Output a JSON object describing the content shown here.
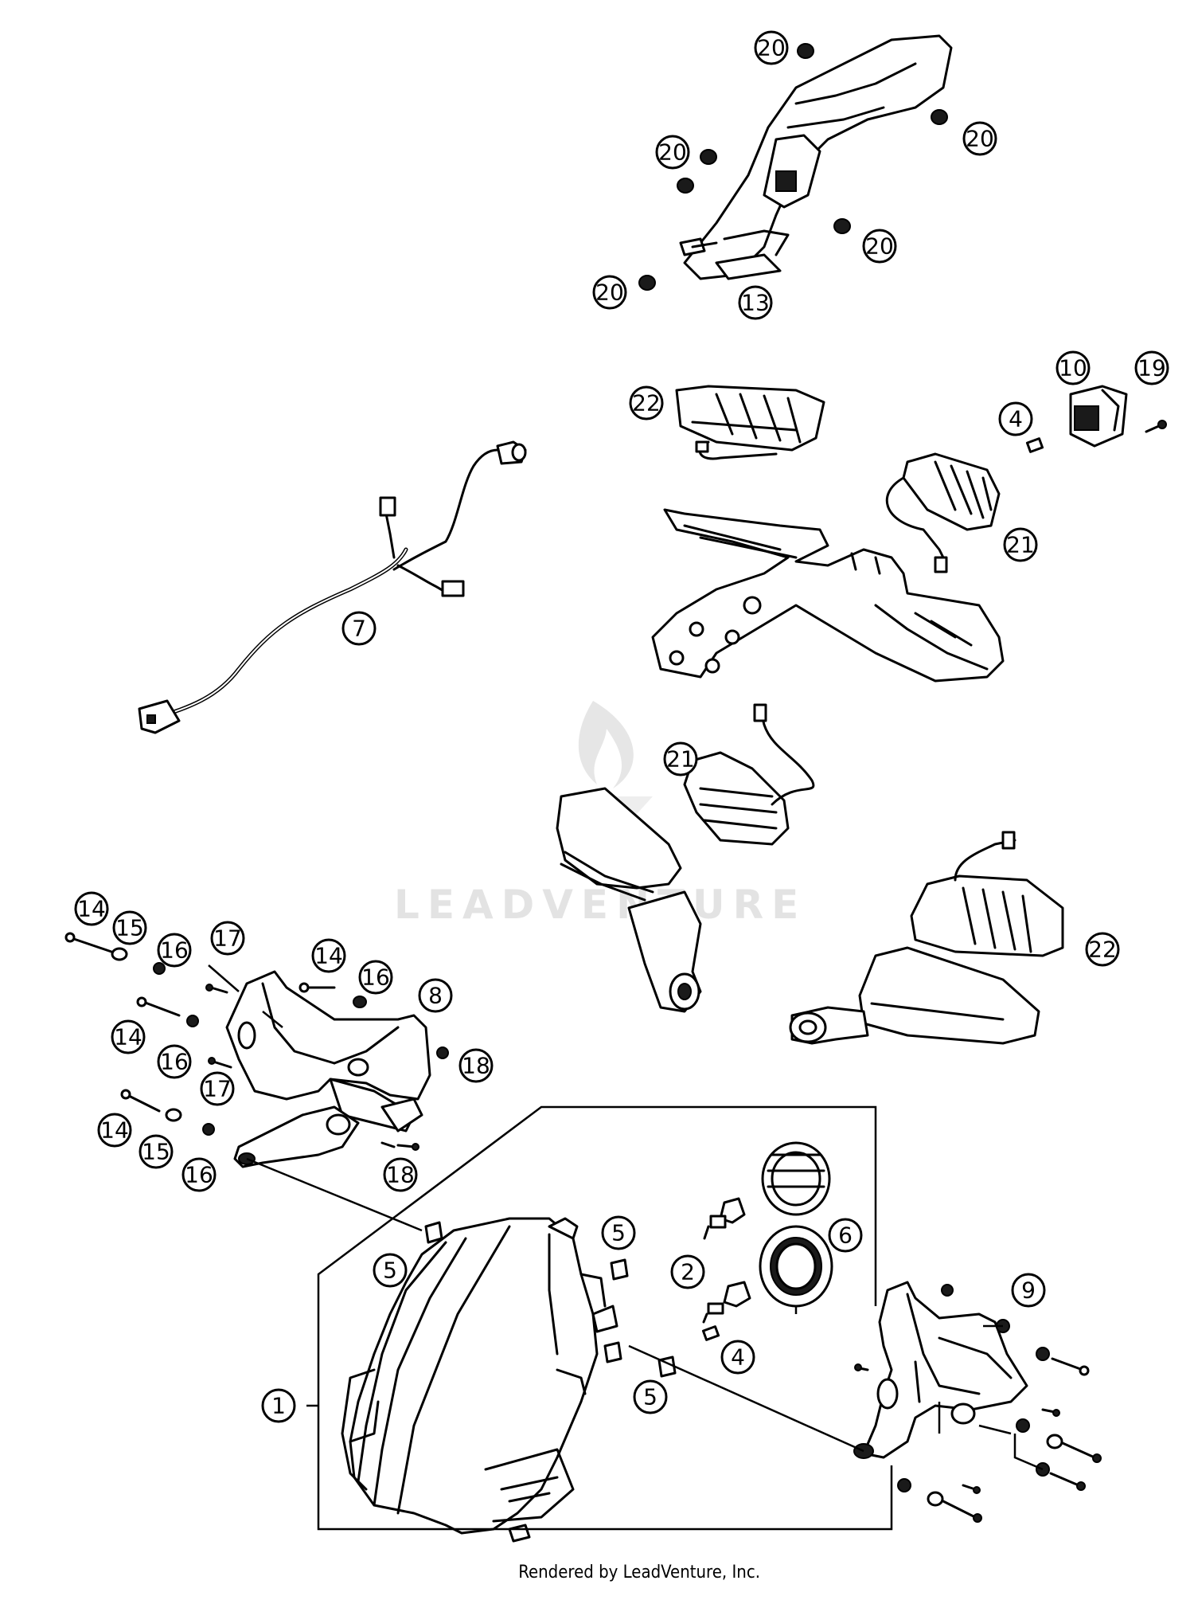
{
  "watermark": {
    "text": "LEADVENTURE"
  },
  "credit": "Rendered by LeadVenture, Inc.",
  "callouts": [
    {
      "id": "c20a",
      "label": "20"
    },
    {
      "id": "c20b",
      "label": "20"
    },
    {
      "id": "c20c",
      "label": "20"
    },
    {
      "id": "c20d",
      "label": "20"
    },
    {
      "id": "c20e",
      "label": "20"
    },
    {
      "id": "c13",
      "label": "13"
    },
    {
      "id": "c22a",
      "label": "22"
    },
    {
      "id": "c10",
      "label": "10"
    },
    {
      "id": "c19",
      "label": "19"
    },
    {
      "id": "c4a",
      "label": "4"
    },
    {
      "id": "c21a",
      "label": "21"
    },
    {
      "id": "c7",
      "label": "7"
    },
    {
      "id": "c21b",
      "label": "21"
    },
    {
      "id": "c22b",
      "label": "22"
    },
    {
      "id": "c14a",
      "label": "14"
    },
    {
      "id": "c15a",
      "label": "15"
    },
    {
      "id": "c16a",
      "label": "16"
    },
    {
      "id": "c17a",
      "label": "17"
    },
    {
      "id": "c14b",
      "label": "14"
    },
    {
      "id": "c16b",
      "label": "16"
    },
    {
      "id": "c8",
      "label": "8"
    },
    {
      "id": "c14c",
      "label": "14"
    },
    {
      "id": "c16c",
      "label": "16"
    },
    {
      "id": "c18a",
      "label": "18"
    },
    {
      "id": "c17b",
      "label": "17"
    },
    {
      "id": "c14d",
      "label": "14"
    },
    {
      "id": "c15b",
      "label": "15"
    },
    {
      "id": "c16d",
      "label": "16"
    },
    {
      "id": "c18b",
      "label": "18"
    },
    {
      "id": "c5a",
      "label": "5"
    },
    {
      "id": "c5b",
      "label": "5"
    },
    {
      "id": "c6",
      "label": "6"
    },
    {
      "id": "c2",
      "label": "2"
    },
    {
      "id": "c9",
      "label": "9"
    },
    {
      "id": "c4b",
      "label": "4"
    },
    {
      "id": "c5c",
      "label": "5"
    },
    {
      "id": "c1",
      "label": "1"
    }
  ]
}
